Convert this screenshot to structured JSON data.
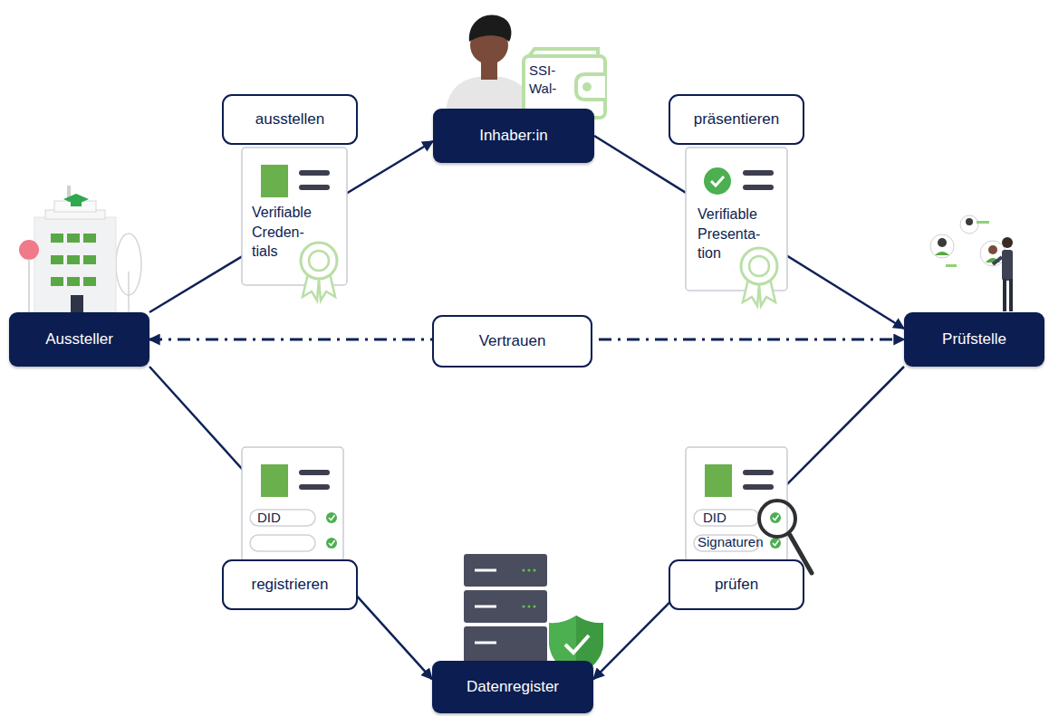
{
  "diagram": {
    "nodes": [
      {
        "text": [
          "Inhaber:in"
        ]
      },
      {
        "text": [
          "ausstellen"
        ]
      },
      {
        "text": [
          "präsentieren"
        ]
      },
      {
        "text": [
          "Verifiable Creden- tials"
        ]
      },
      {
        "text": [
          "Verifiable Presenta- tion"
        ]
      },
      {
        "text": [
          "Aussteller"
        ]
      },
      {
        "text": [
          "Vertrauen"
        ]
      },
      {
        "text": [
          "Prüfstelle"
        ]
      },
      {
        "text": [
          "DID"
        ]
      },
      {
        "text": [
          "DID",
          "Signaturen"
        ]
      },
      {
        "text": [
          "registrieren"
        ]
      },
      {
        "text": [
          "prüfen"
        ]
      },
      {
        "text": [
          "Datenregister"
        ]
      }
    ],
    "edges": [
      {
        "from": 5,
        "to": 0,
        "arrow": "to"
      },
      {
        "from": 0,
        "to": 7,
        "arrow": "to"
      },
      {
        "from": 5,
        "to": 7,
        "arrow": "both"
      },
      {
        "from": 5,
        "to": 12,
        "arrow": "to"
      },
      {
        "from": 7,
        "to": 12,
        "arrow": "to"
      }
    ],
    "labels": [
      "SSI- Wal-"
    ]
  }
}
